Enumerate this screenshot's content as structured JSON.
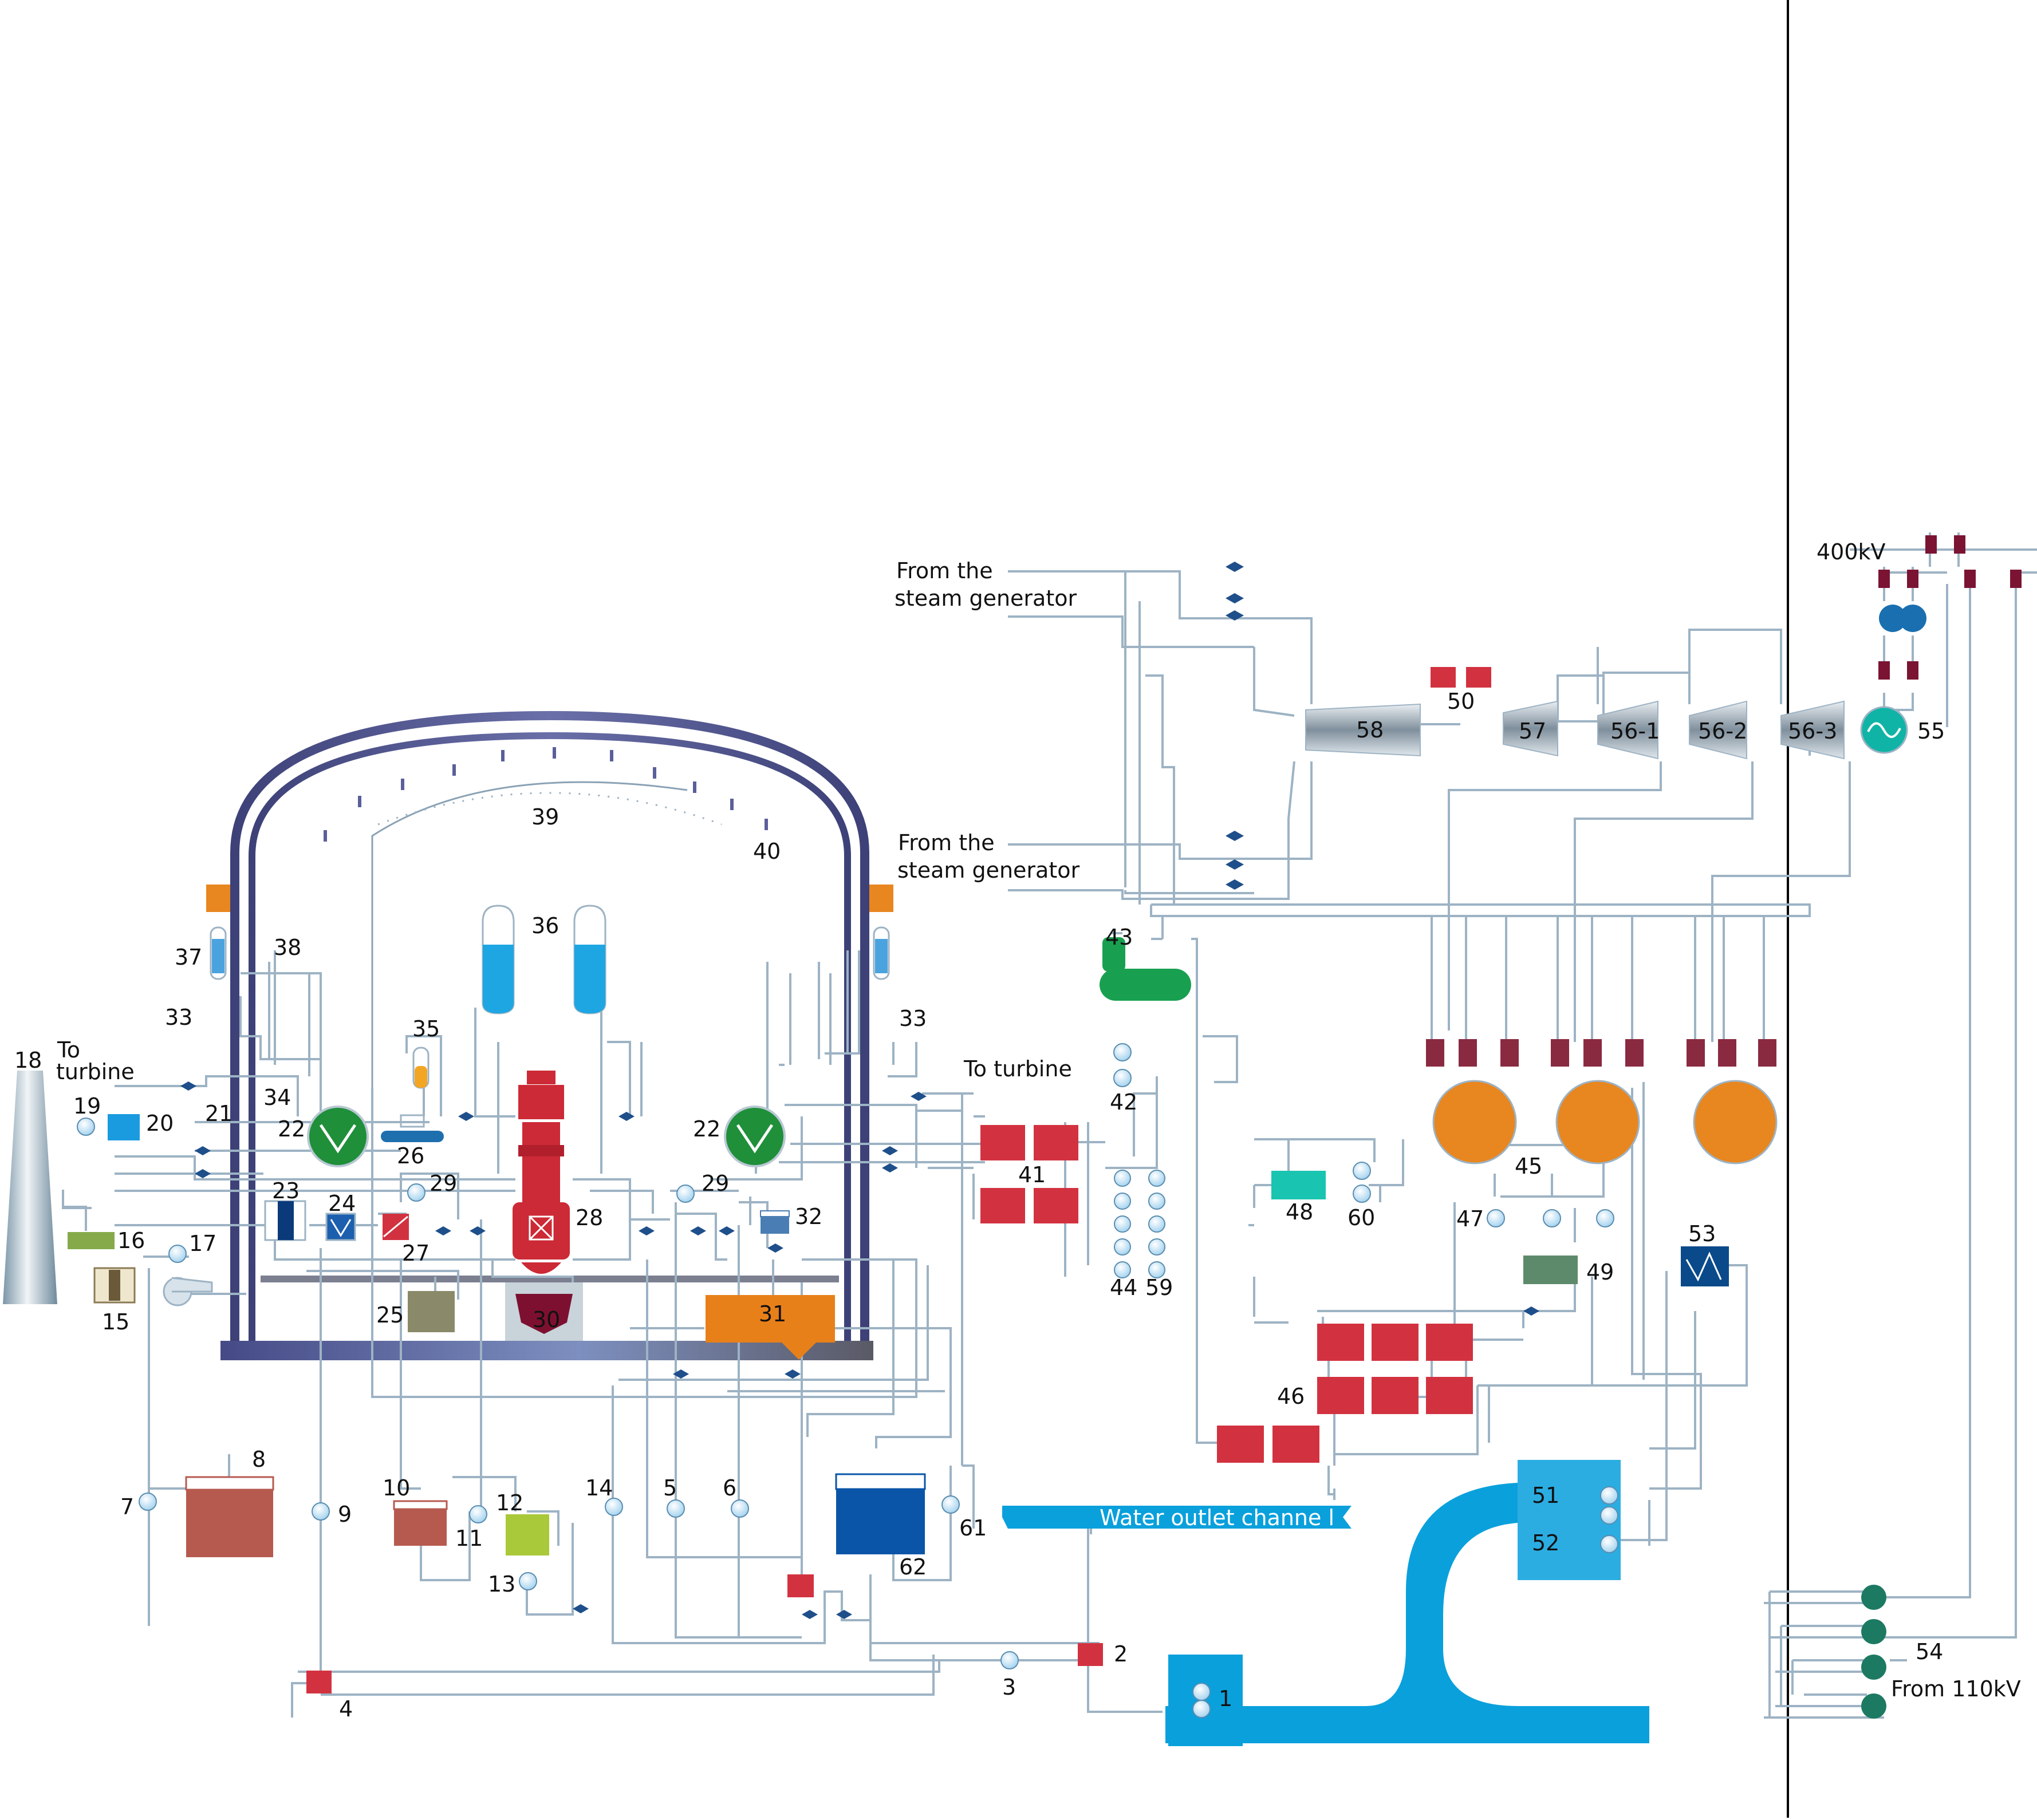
{
  "colors": {
    "pipe": "#9db3c4",
    "containment": "#4a4f86",
    "reactor": "#cc2a36",
    "steam_generator": "#1f8f3a",
    "accumulator": "#3aa7e0",
    "pressurizer_liquid": "#f3a623",
    "condenser": "#e8861f",
    "heat_exchanger": "#d23240",
    "water": "#0aa0dc",
    "tank_brown": "#b65a4f",
    "tank_green": "#a9c93a",
    "tank_olive": "#8a8a6a",
    "tank_blue": "#0a55a8",
    "sump_orange": "#e88019",
    "generator_teal": "#10b4a6",
    "breaker_maroon": "#7a1432"
  },
  "labels": {
    "from_sg_1_line1": "From the",
    "from_sg_1_line2": "steam generator",
    "from_sg_2_line1": "From the",
    "from_sg_2_line2": "steam generator",
    "to_turbine_left_line1": "To",
    "to_turbine_left_line2": "turbine",
    "to_turbine_right": "To turbine",
    "water_outlet": "Water outlet channe l",
    "grid_400": "400kV",
    "grid_110": "From 110kV"
  },
  "components": {
    "c1": "1",
    "c2": "2",
    "c3": "3",
    "c4": "4",
    "c5": "5",
    "c6": "6",
    "c7": "7",
    "c8": "8",
    "c9": "9",
    "c10": "10",
    "c11": "11",
    "c12": "12",
    "c13": "13",
    "c14": "14",
    "c15": "15",
    "c16": "16",
    "c17": "17",
    "c18": "18",
    "c19": "19",
    "c20": "20",
    "c21": "21",
    "c22a": "22",
    "c22b": "22",
    "c23": "23",
    "c24": "24",
    "c25": "25",
    "c26": "26",
    "c27": "27",
    "c28": "28",
    "c29a": "29",
    "c29b": "29",
    "c30": "30",
    "c31": "31",
    "c32": "32",
    "c33a": "33",
    "c33b": "33",
    "c34": "34",
    "c35": "35",
    "c36": "36",
    "c37": "37",
    "c38": "38",
    "c39": "39",
    "c40": "40",
    "c41": "41",
    "c42": "42",
    "c43": "43",
    "c44": "44",
    "c45": "45",
    "c46": "46",
    "c47": "47",
    "c48": "48",
    "c49": "49",
    "c50": "50",
    "c51": "51",
    "c52": "52",
    "c53": "53",
    "c54": "54",
    "c55": "55",
    "c56_1": "56-1",
    "c56_2": "56-2",
    "c56_3": "56-3",
    "c57": "57",
    "c58": "58",
    "c59": "59",
    "c60": "60",
    "c61": "61",
    "c62": "62"
  }
}
